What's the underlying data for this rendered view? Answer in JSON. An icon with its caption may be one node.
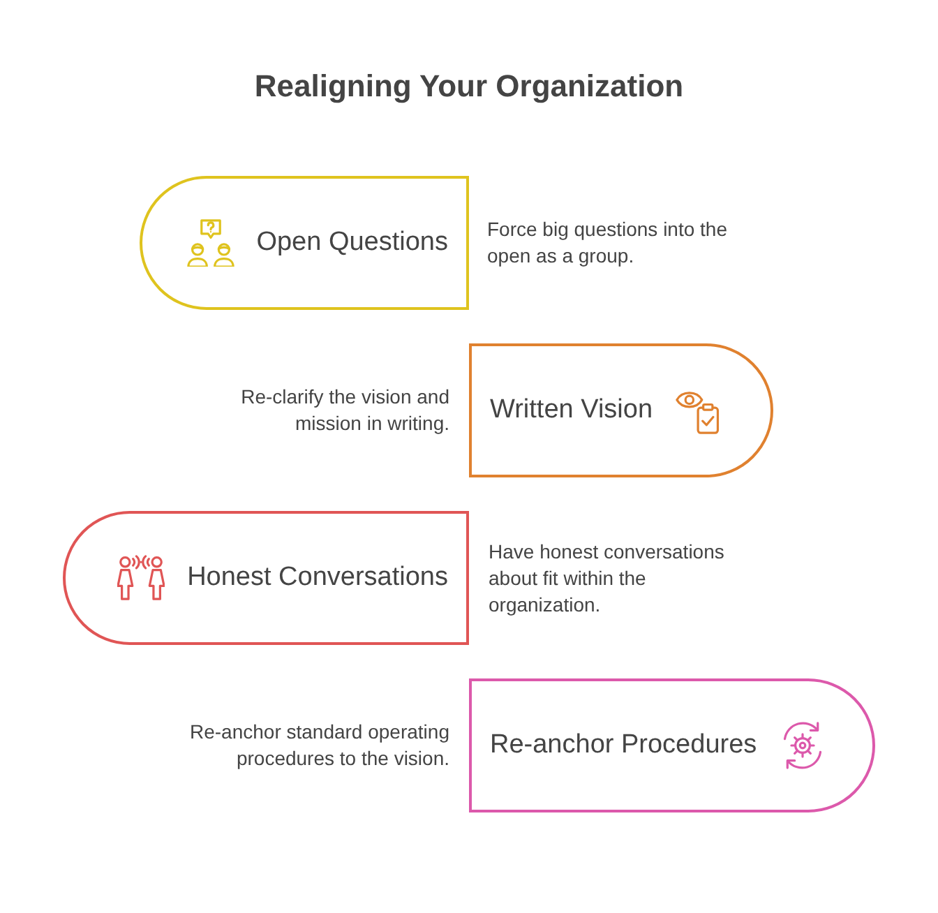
{
  "diagram": {
    "title": "Realigning Your Organization",
    "nodes": [
      {
        "text": [
          "Open Questions"
        ],
        "beside": [
          "Force big questions into the open as a group."
        ]
      },
      {
        "text": [
          "Written Vision"
        ],
        "beside": [
          "Re-clarify the vision and mission in writing."
        ]
      },
      {
        "text": [
          "Honest Conversations"
        ],
        "beside": [
          "Have honest conversations about fit within the organization."
        ]
      },
      {
        "text": [
          "Re-anchor Procedures"
        ],
        "beside": [
          "Re-anchor standard operating procedures to the vision."
        ]
      }
    ]
  }
}
